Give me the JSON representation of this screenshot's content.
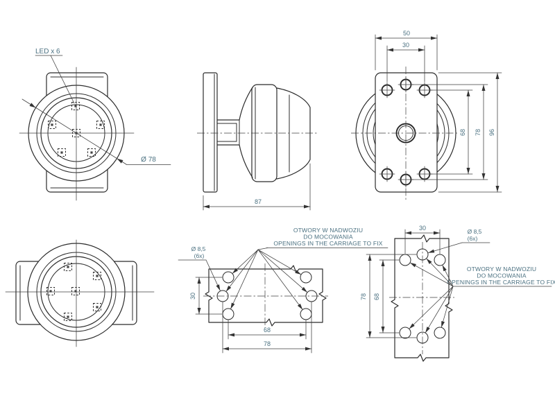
{
  "colors": {
    "line": "#2b2b2b",
    "text": "#4a7080"
  },
  "views": {
    "front": {
      "led_label": "LED x 6",
      "diameter": "Ø 78"
    },
    "side": {
      "length": "87"
    },
    "back": {
      "plate_width": "50",
      "hole_span_width": "30",
      "hole_rows_span": "68",
      "center_holes_span": "78",
      "plate_height": "96"
    },
    "mounting_horizontal": {
      "hole_diameter": "Ø 8,5",
      "hole_count": "(6x)",
      "row_spacing": "30",
      "inner_span": "68",
      "outer_span": "78"
    },
    "mounting_vertical": {
      "hole_diameter": "Ø 8,5",
      "hole_count": "(6x)",
      "top_spacing": "30",
      "inner_span": "68",
      "outer_span": "78"
    },
    "note": {
      "line1": "OTWORY W NADWOZIU",
      "line2": "DO MOCOWANIA",
      "line3": "OPENINGS IN THE CARRIAGE TO FIX"
    }
  }
}
